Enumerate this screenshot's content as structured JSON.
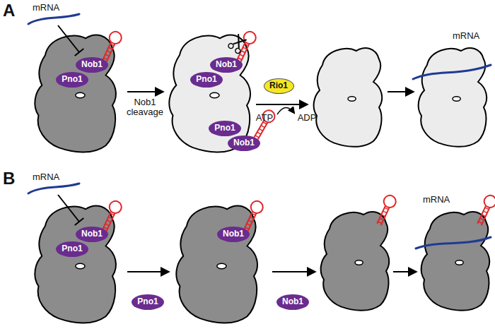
{
  "diagram": {
    "nodes": [
      {
        "text": [
          "Nob1"
        ]
      },
      {
        "text": [
          "Pno1"
        ]
      },
      {
        "text": [
          "Nob1"
        ]
      },
      {
        "text": [
          "Pno1"
        ]
      },
      {
        "text": [
          "Rio1"
        ]
      },
      {
        "text": [
          "Pno1"
        ]
      },
      {
        "text": [
          "Nob1"
        ]
      },
      {
        "text": [
          "Nob1"
        ]
      },
      {
        "text": [
          "Pno1"
        ]
      },
      {
        "text": [
          "Pno1"
        ]
      },
      {
        "text": [
          "Nob1"
        ]
      },
      {
        "text": [
          "Nob1"
        ]
      }
    ],
    "labels": [
      "A",
      "mRNA",
      "Nob1 cleavage",
      "ATP",
      "ADP",
      "mRNA",
      "B",
      "mRNA",
      "mRNA"
    ]
  }
}
